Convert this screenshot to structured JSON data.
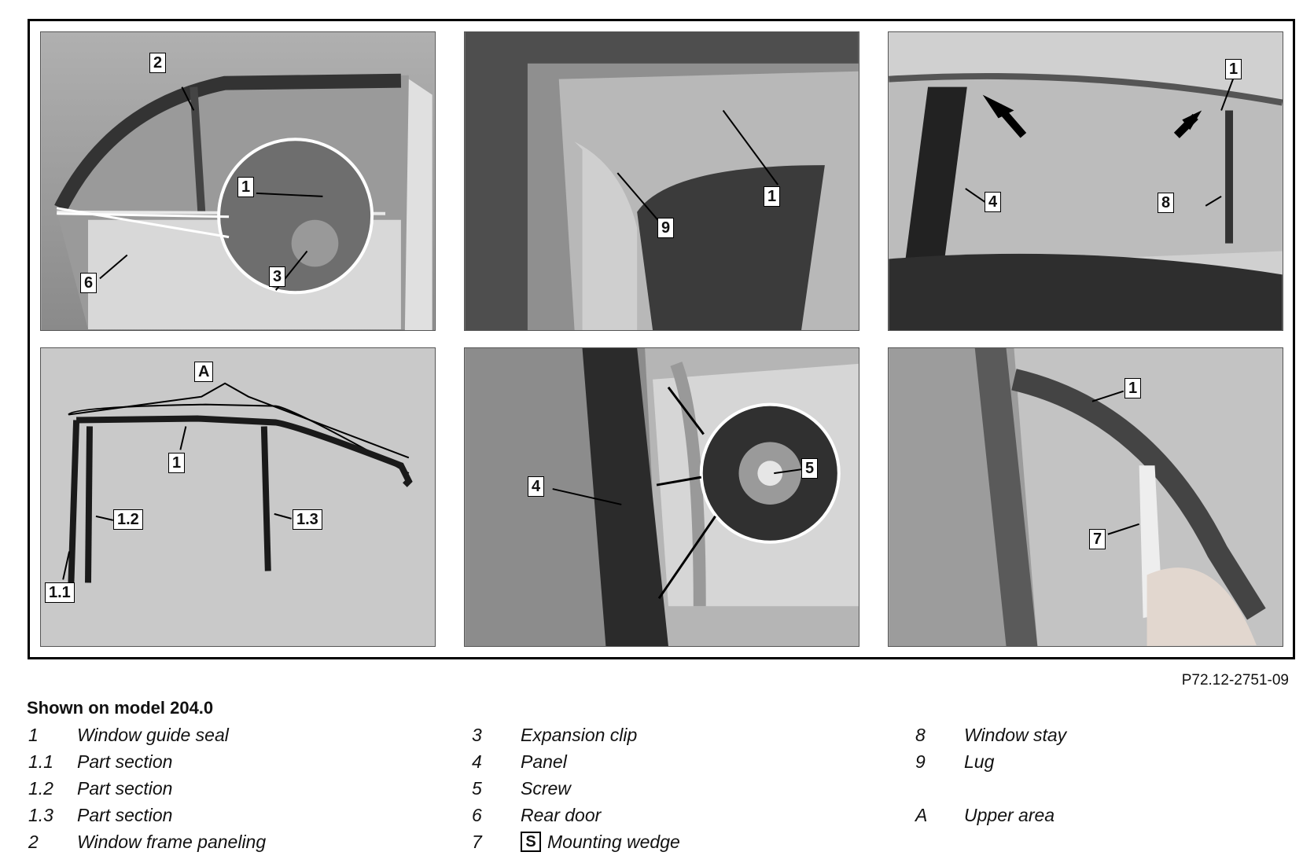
{
  "panels": {
    "p1": {
      "callouts": [
        "2",
        "1",
        "3",
        "6"
      ]
    },
    "p2": {
      "callouts": [
        "1",
        "9"
      ]
    },
    "p3": {
      "callouts": [
        "1",
        "4",
        "8"
      ]
    },
    "p4": {
      "callouts": [
        "A",
        "1",
        "1.2",
        "1.3",
        "1.1"
      ]
    },
    "p5": {
      "callouts": [
        "4",
        "5"
      ]
    },
    "p6": {
      "callouts": [
        "1",
        "7"
      ]
    }
  },
  "image_ref": "P72.12-2751-09",
  "caption": "Shown on model 204.0",
  "legend": {
    "col1": [
      {
        "code": "1",
        "label": "Window guide seal"
      },
      {
        "code": "1.1",
        "label": "Part section"
      },
      {
        "code": "1.2",
        "label": "Part section"
      },
      {
        "code": "1.3",
        "label": "Part section"
      },
      {
        "code": "2",
        "label": "Window frame paneling"
      }
    ],
    "col2": [
      {
        "code": "3",
        "label": "Expansion clip"
      },
      {
        "code": "4",
        "label": "Panel"
      },
      {
        "code": "5",
        "label": "Screw"
      },
      {
        "code": "6",
        "label": "Rear door"
      },
      {
        "code": "7",
        "label": "Mounting wedge",
        "icon": "special-tool-icon",
        "icon_text": "S"
      }
    ],
    "col3": [
      {
        "code": "8",
        "label": "Window stay"
      },
      {
        "code": "9",
        "label": "Lug"
      },
      {
        "code": "",
        "label": ""
      },
      {
        "code": "A",
        "label": "Upper area"
      }
    ]
  }
}
